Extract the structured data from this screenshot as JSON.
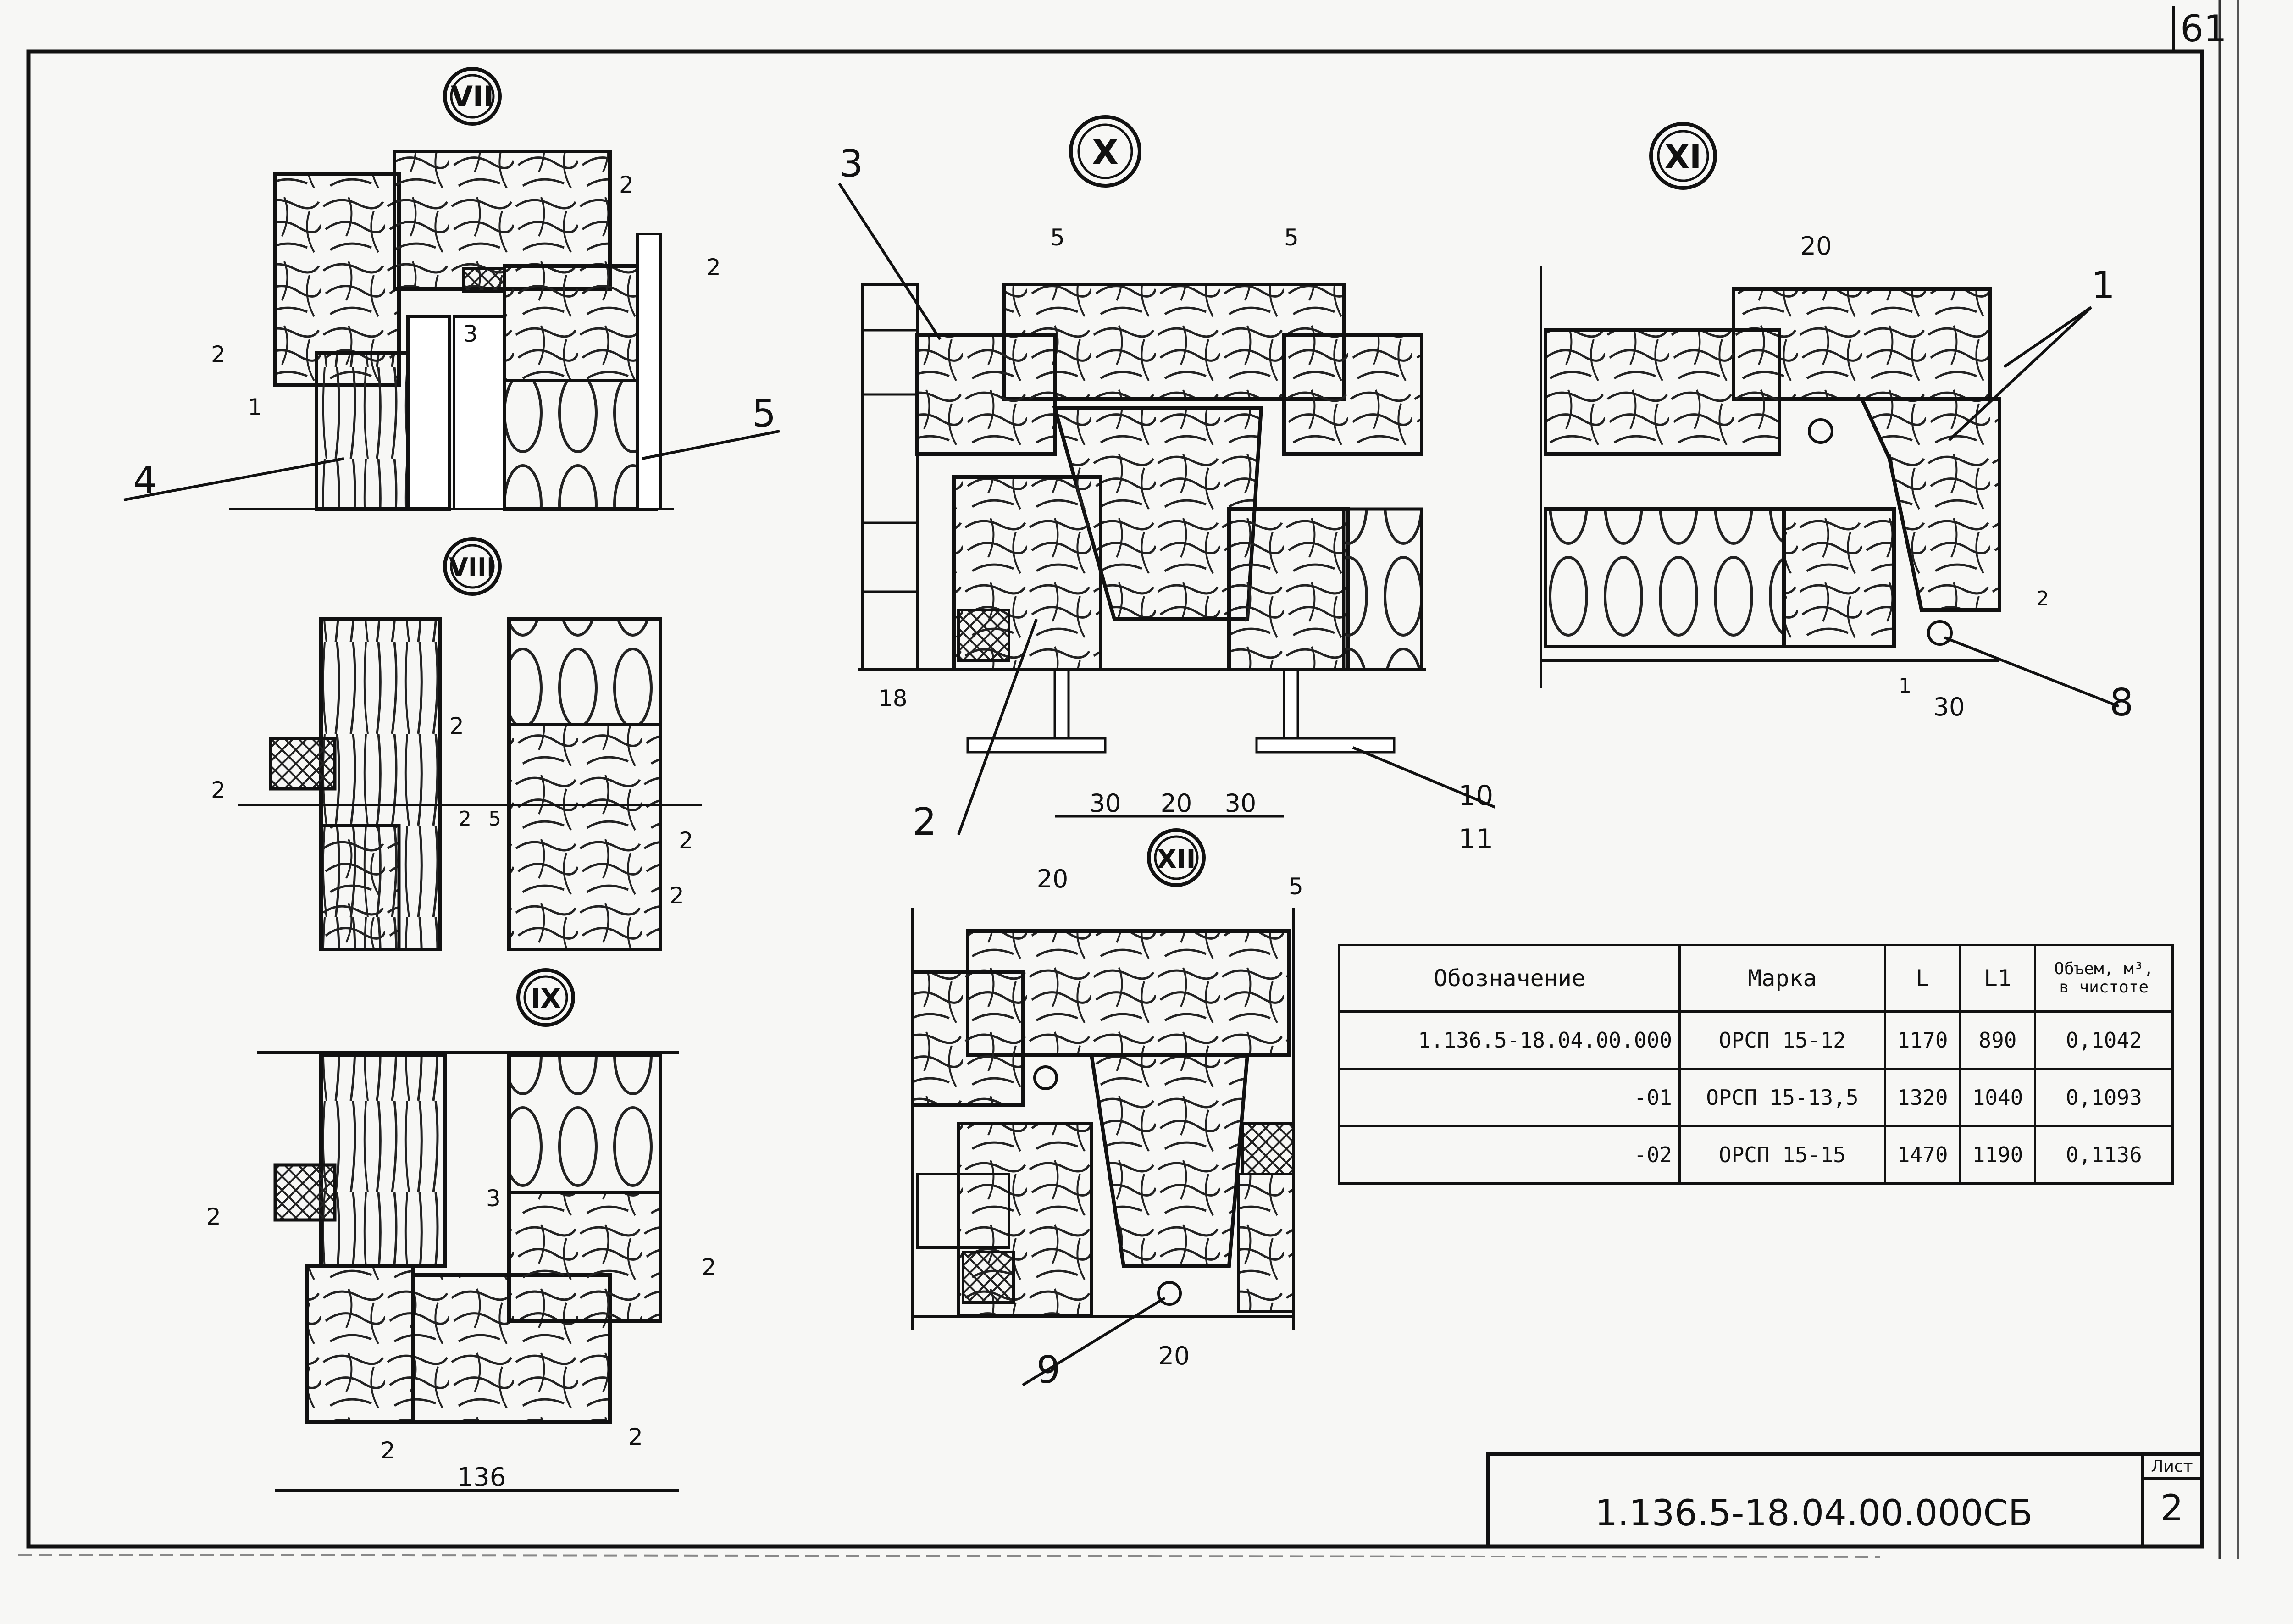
{
  "page_number": "61",
  "sections": {
    "vii": "VII",
    "viii": "VIII",
    "ix": "IX",
    "x": "X",
    "xi": "XI",
    "xii": "XII"
  },
  "leaders": {
    "p1": "1",
    "p2": "2",
    "p3": "3",
    "p4": "4",
    "p5": "5",
    "p8": "8",
    "p9": "9",
    "p10": "10",
    "p11": "11"
  },
  "dims": {
    "d1": "1",
    "d2": "2",
    "d3": "3",
    "d5": "5",
    "d18": "18",
    "d20": "20",
    "d30": "30",
    "d136": "136"
  },
  "table": {
    "headers": [
      "Обозначение",
      "Марка",
      "L",
      "L1",
      "Объем, м³,",
      "в чистоте"
    ],
    "rows": [
      [
        "1.136.5-18.04.00.000",
        "ОРСП 15-12",
        "1170",
        "890",
        "0,1042"
      ],
      [
        "-01",
        "ОРСП 15-13,5",
        "1320",
        "1040",
        "0,1093"
      ],
      [
        "-02",
        "ОРСП 15-15",
        "1470",
        "1190",
        "0,1136"
      ]
    ]
  },
  "stamp": {
    "code": "1.136.5-18.04.00.000СБ",
    "sheet_label": "Лист",
    "sheet_number": "2"
  }
}
